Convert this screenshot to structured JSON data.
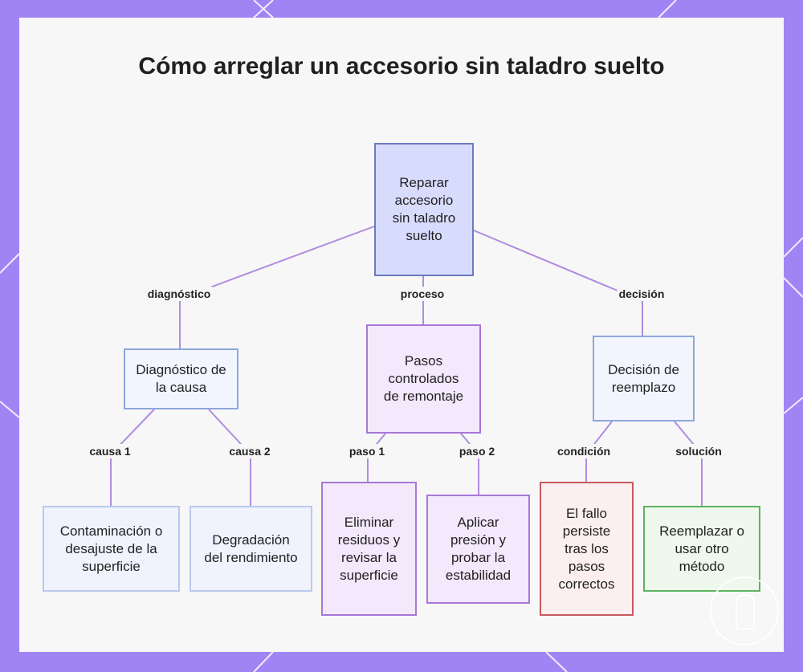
{
  "title": "Cómo arreglar un accesorio sin taladro suelto",
  "colors": {
    "background": "#a084f4",
    "card": "#f7f7f7",
    "edge": "#b08ce0",
    "root_border": "#6c7ac2",
    "purple_border": "#a877d6",
    "red_border": "#c85860",
    "green_border": "#5cb460"
  },
  "nodes": {
    "root": "Reparar accesorio sin taladro suelto",
    "diagnostico": "Diagnóstico de la causa",
    "pasos": "Pasos controlados de remontaje",
    "decision": "Decisión de reemplazo",
    "contaminacion": "Contaminación o desajuste de la superficie",
    "degradacion": "Degradación del rendimiento",
    "eliminar": "Eliminar residuos y revisar la superficie",
    "aplicar": "Aplicar presión y probar la estabilidad",
    "fallo": "El fallo persiste tras los pasos correctos",
    "reemplazar": "Reemplazar o usar otro método"
  },
  "edge_labels": {
    "diagnostico": "diagnóstico",
    "proceso": "proceso",
    "decision": "decisión",
    "causa1": "causa 1",
    "causa2": "causa 2",
    "paso1": "paso 1",
    "paso2": "paso 2",
    "condicion": "condición",
    "solucion": "solución"
  },
  "watermark_icon": "logo-icon"
}
